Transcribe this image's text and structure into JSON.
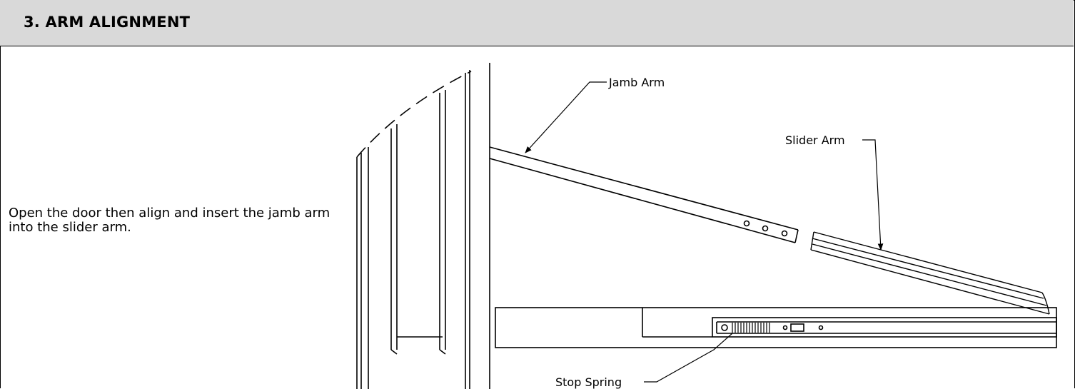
{
  "section": {
    "title": "3. ARM ALIGNMENT"
  },
  "instruction": {
    "text": "Open the door then align and insert the jamb arm into the slider arm."
  },
  "callouts": {
    "jamb_arm": "Jamb Arm",
    "slider_arm": "Slider Arm",
    "stop_spring": "Stop Spring"
  }
}
